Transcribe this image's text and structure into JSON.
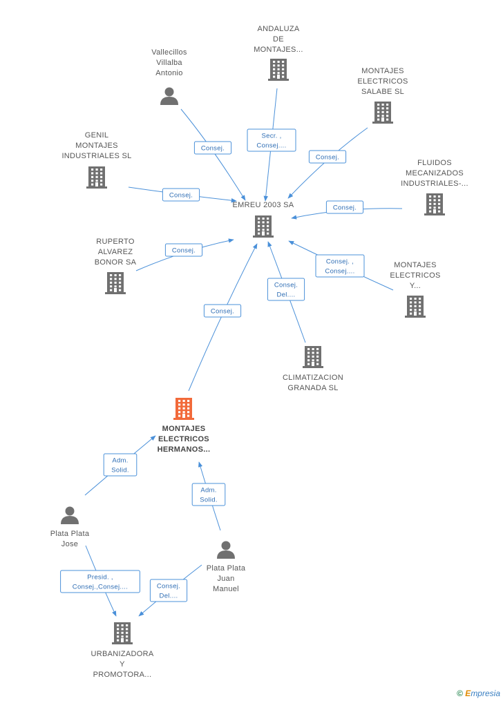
{
  "colors": {
    "edge": "#4a90d9",
    "company": "#707070",
    "person": "#707070",
    "focus": "#f26a3a"
  },
  "nodes": [
    {
      "id": "emreu",
      "type": "company",
      "label": [
        "EMREU 2003 SA"
      ]
    },
    {
      "id": "andaluza",
      "type": "company",
      "label": [
        "ANDALUZA",
        "DE",
        "MONTAJES..."
      ]
    },
    {
      "id": "vallecillos",
      "type": "person",
      "label": [
        "Vallecillos",
        "Villalba",
        "Antonio"
      ]
    },
    {
      "id": "salabe",
      "type": "company",
      "label": [
        "MONTAJES",
        "ELECTRICOS",
        "SALABE SL"
      ]
    },
    {
      "id": "genil",
      "type": "company",
      "label": [
        "GENIL",
        "MONTAJES",
        "INDUSTRIALES SL"
      ]
    },
    {
      "id": "fluidos",
      "type": "company",
      "label": [
        "FLUIDOS",
        "MECANIZADOS",
        "INDUSTRIALES-..."
      ]
    },
    {
      "id": "ruperto",
      "type": "company",
      "label": [
        "RUPERTO",
        "ALVAREZ",
        "BONOR SA"
      ]
    },
    {
      "id": "montajes_y",
      "type": "company",
      "label": [
        "MONTAJES",
        "ELECTRICOS",
        "Y..."
      ]
    },
    {
      "id": "climatizacion",
      "type": "company",
      "label": [
        "CLIMATIZACION",
        "GRANADA  SL"
      ]
    },
    {
      "id": "hermanos",
      "type": "focus",
      "label": [
        "MONTAJES",
        "ELECTRICOS",
        "HERMANOS..."
      ]
    },
    {
      "id": "jose",
      "type": "person",
      "label": [
        "Plata Plata",
        "Jose"
      ]
    },
    {
      "id": "juan",
      "type": "person",
      "label": [
        "Plata Plata",
        "Juan",
        "Manuel"
      ]
    },
    {
      "id": "urbanizadora",
      "type": "company",
      "label": [
        "URBANIZADORA",
        "Y",
        "PROMOTORA..."
      ]
    }
  ],
  "edges": [
    {
      "from": "andaluza",
      "to": "emreu",
      "label": [
        "Secr. ,",
        "Consej...."
      ]
    },
    {
      "from": "vallecillos",
      "to": "emreu",
      "label": [
        "Consej."
      ]
    },
    {
      "from": "salabe",
      "to": "emreu",
      "label": [
        "Consej."
      ]
    },
    {
      "from": "genil",
      "to": "emreu",
      "label": [
        "Consej."
      ]
    },
    {
      "from": "fluidos",
      "to": "emreu",
      "label": [
        "Consej."
      ]
    },
    {
      "from": "ruperto",
      "to": "emreu",
      "label": [
        "Consej."
      ]
    },
    {
      "from": "montajes_y",
      "to": "emreu",
      "label": [
        "Consej. ,",
        "Consej...."
      ]
    },
    {
      "from": "climatizacion",
      "to": "emreu",
      "label": [
        "Consej.",
        "Del...."
      ]
    },
    {
      "from": "hermanos",
      "to": "emreu",
      "label": [
        "Consej."
      ]
    },
    {
      "from": "jose",
      "to": "hermanos",
      "label": [
        "Adm.",
        "Solid."
      ]
    },
    {
      "from": "juan",
      "to": "hermanos",
      "label": [
        "Adm.",
        "Solid."
      ]
    },
    {
      "from": "jose",
      "to": "urbanizadora",
      "label": [
        "Presid. ,",
        "Consej.,Consej...."
      ]
    },
    {
      "from": "juan",
      "to": "urbanizadora",
      "label": [
        "Consej.",
        "Del...."
      ]
    }
  ],
  "brand": {
    "symbol": "©",
    "initial": "E",
    "rest": "mpresia"
  }
}
